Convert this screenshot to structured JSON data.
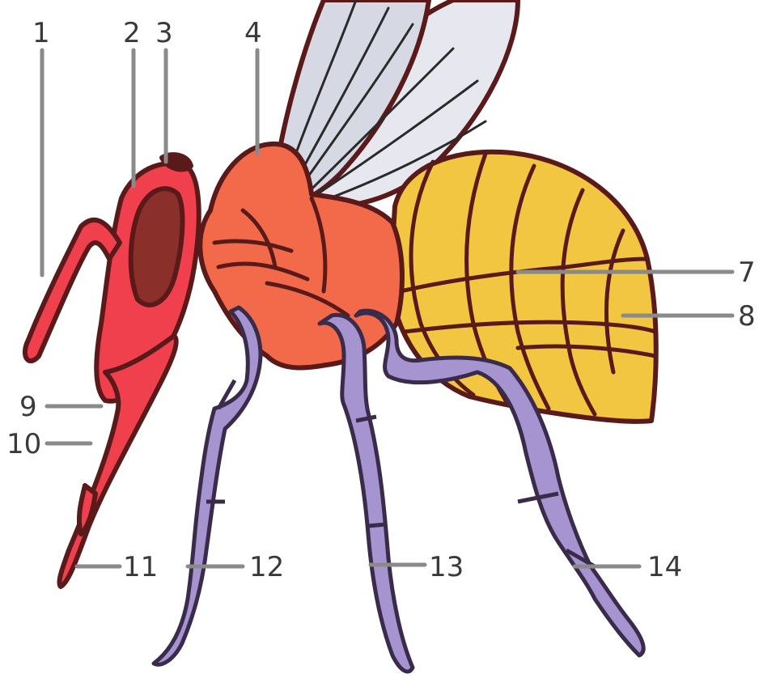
{
  "labels": [
    "1",
    "2",
    "3",
    "4",
    "7",
    "8",
    "9",
    "10",
    "11",
    "12",
    "13",
    "14"
  ],
  "colors": {
    "head": "#f0404e",
    "eye": "#8a2f2a",
    "thorax": "#f26a4a",
    "abdomen": "#f2c640",
    "legs": "#a694d0",
    "wing": "#dcdde8",
    "outline": "#5a1a1a",
    "label_text": "#3a3a3a",
    "leader_line": "#8a8a8a"
  }
}
